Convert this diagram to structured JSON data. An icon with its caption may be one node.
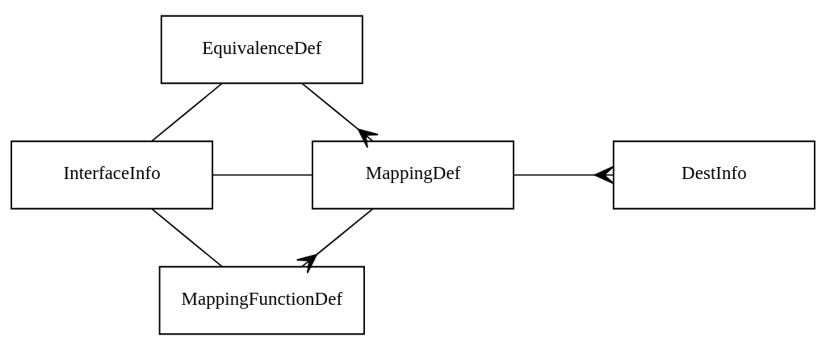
{
  "diagram": {
    "nodes": [
      {
        "text": [
          "EquivalenceDef"
        ]
      },
      {
        "text": [
          "InterfaceInfo"
        ]
      },
      {
        "text": [
          "MappingDef"
        ]
      },
      {
        "text": [
          "DestInfo"
        ]
      },
      {
        "text": [
          "MappingFunctionDef"
        ]
      }
    ],
    "edges": [
      {
        "from": 1,
        "to": 0,
        "arrow": "none"
      },
      {
        "from": 0,
        "to": 2,
        "arrow": "other"
      },
      {
        "from": 1,
        "to": 2,
        "arrow": "none"
      },
      {
        "from": 2,
        "to": 3,
        "arrow": "other"
      },
      {
        "from": 2,
        "to": 4,
        "arrow": "other"
      },
      {
        "from": 1,
        "to": 4,
        "arrow": "none"
      }
    ]
  }
}
